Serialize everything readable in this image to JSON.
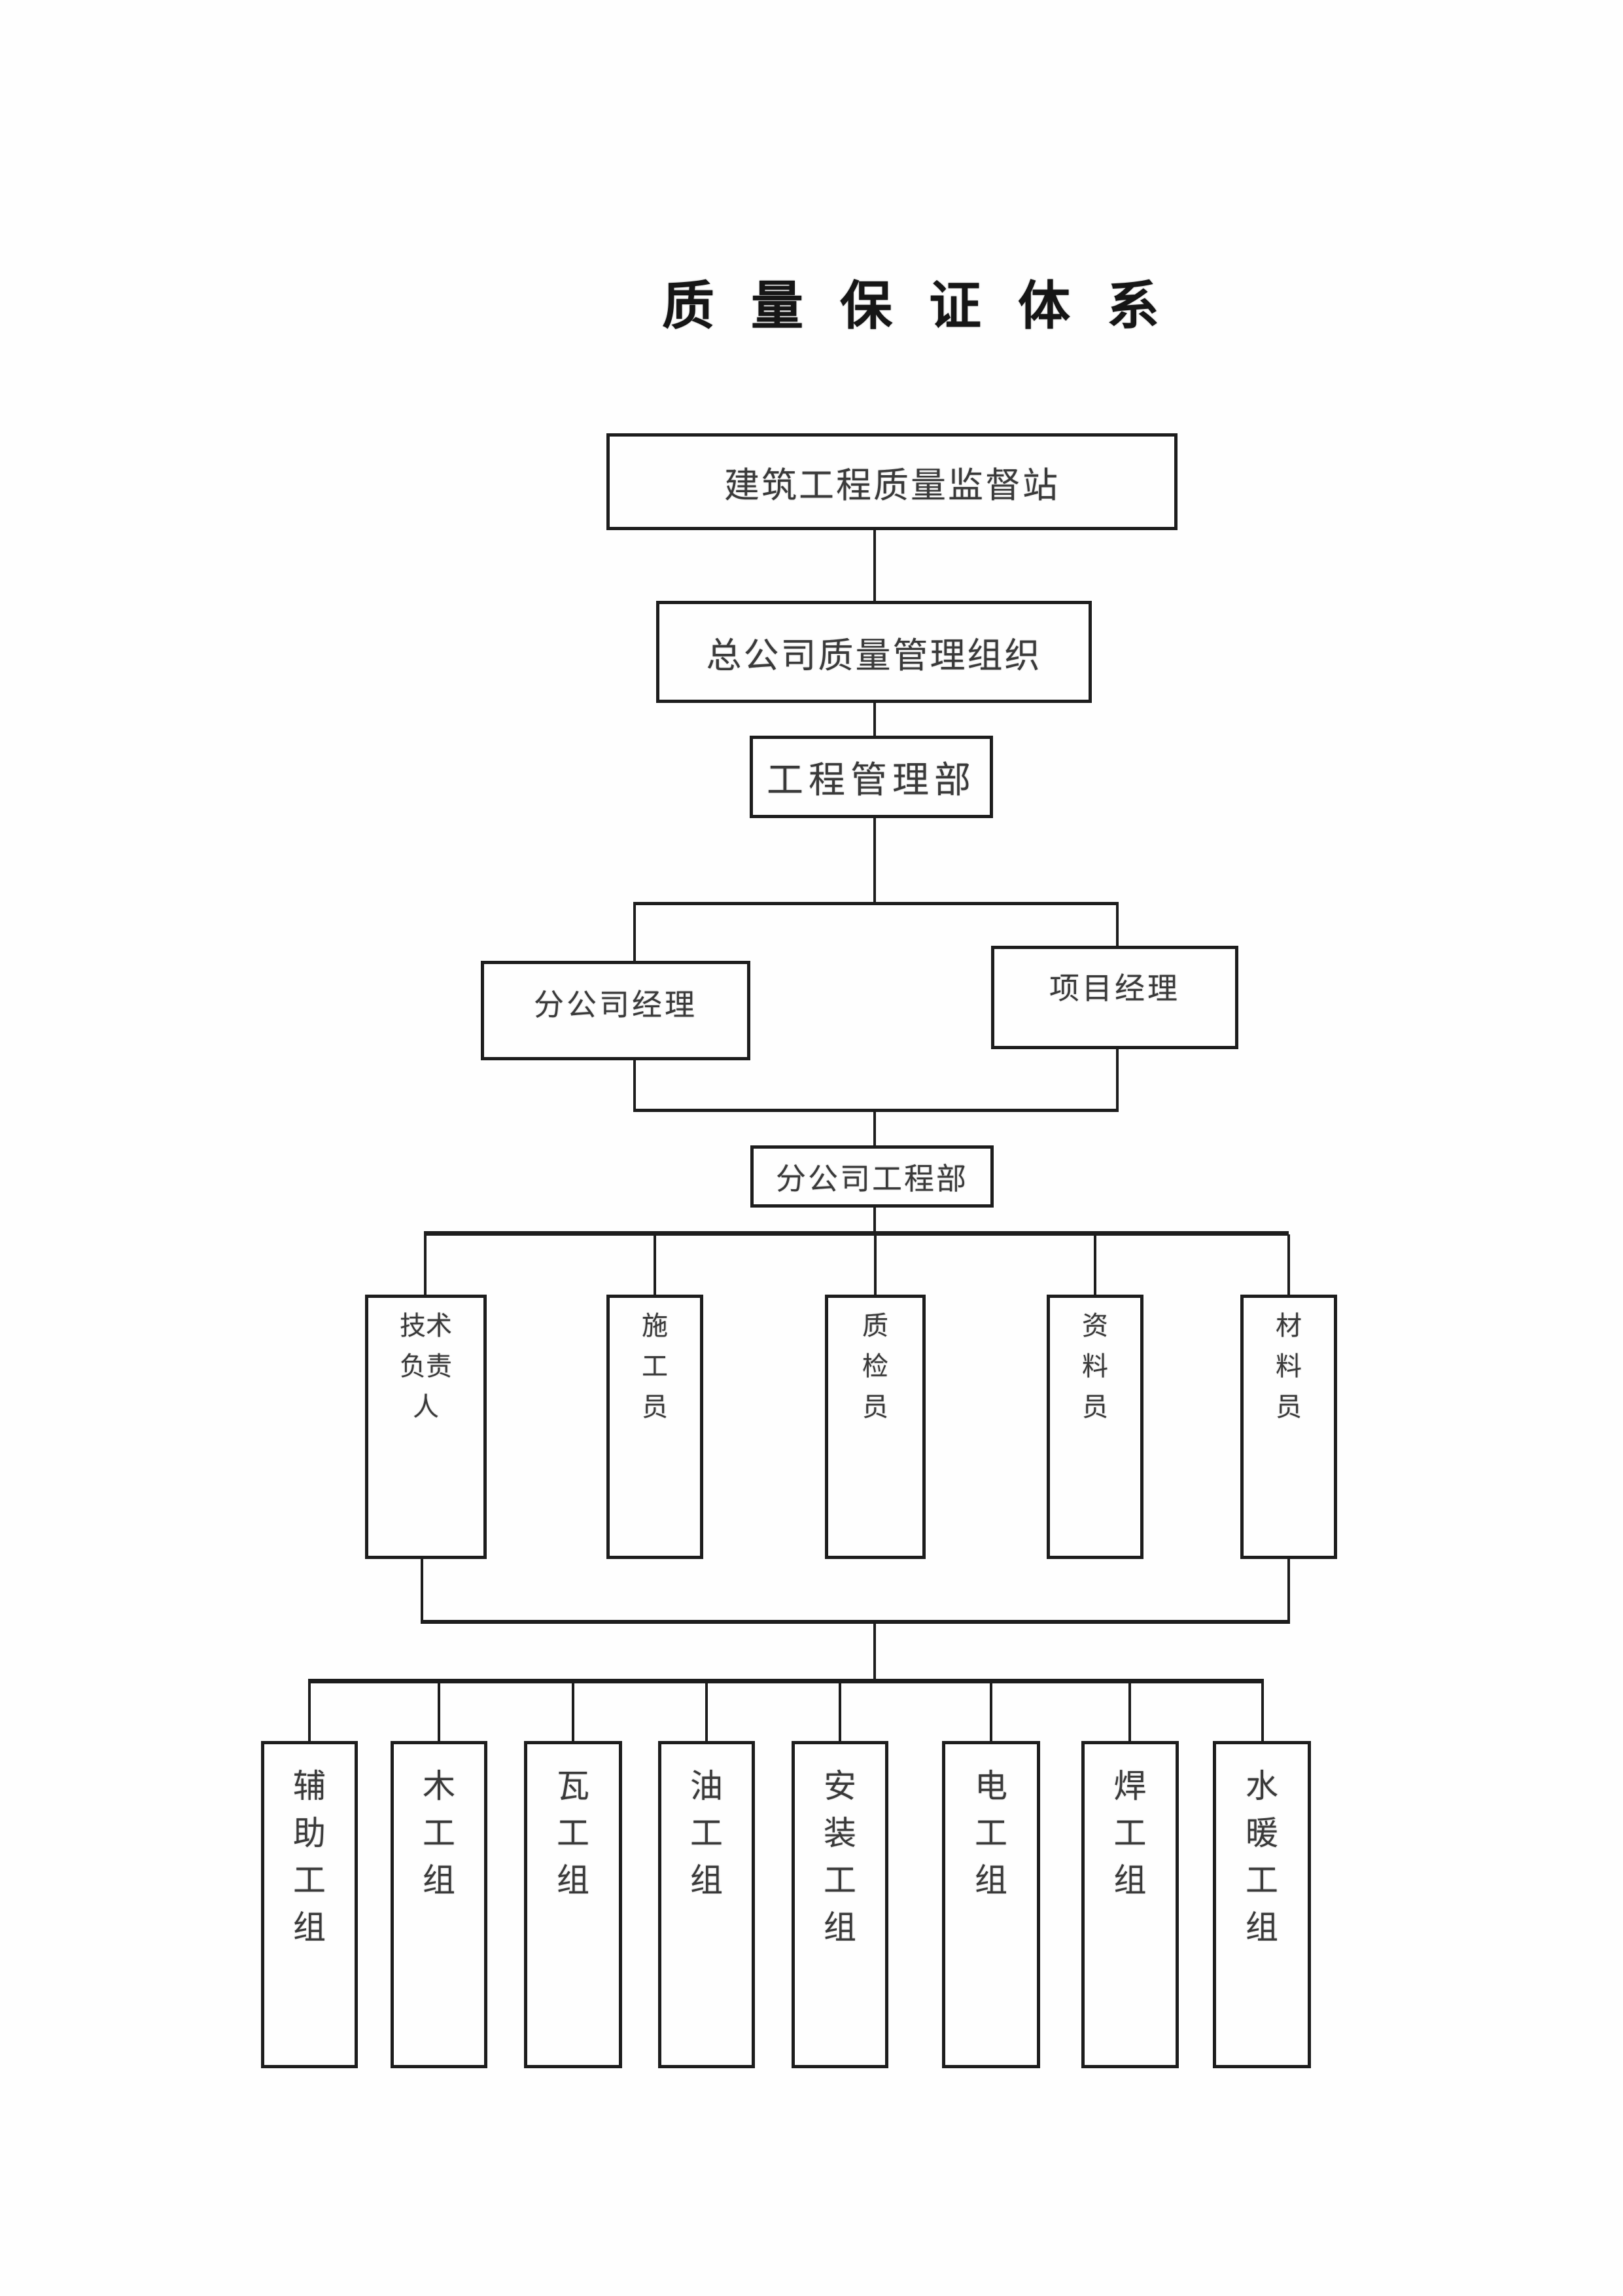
{
  "page": {
    "title": "质量保证体系",
    "background_color": "#fefefe",
    "line_color": "#1d1d1d",
    "text_color": "#3a3a3a"
  },
  "nodes": {
    "supervision_station": "建筑工程质量监督站",
    "head_office_quality_org": "总公司质量管理组织",
    "engineering_management_dept": "工程管理部",
    "branch_manager": "分公司经理",
    "project_manager": "项目经理",
    "branch_engineering_dept": "分公司工程部",
    "staff": [
      "技术负责人",
      "施工员",
      "质检员",
      "资料员",
      "材料员"
    ],
    "crews": [
      "辅助工组",
      "木工组",
      "瓦工组",
      "油工组",
      "安装工组",
      "电工组",
      "焊工组",
      "水暖工组"
    ]
  }
}
